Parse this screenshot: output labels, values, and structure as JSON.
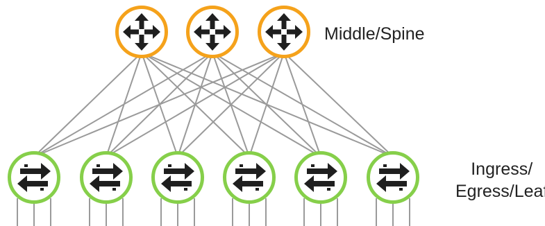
{
  "labels": {
    "spine": "Middle/Spine",
    "leaf_line1": "Ingress/",
    "leaf_line2": "Egress/Leaf"
  },
  "nodes": {
    "spine": [
      {
        "id": "spine-1",
        "icon": "router-arrows-icon"
      },
      {
        "id": "spine-2",
        "icon": "router-arrows-icon"
      },
      {
        "id": "spine-3",
        "icon": "router-arrows-icon"
      }
    ],
    "leaf": [
      {
        "id": "leaf-1",
        "icon": "switch-arrows-icon"
      },
      {
        "id": "leaf-2",
        "icon": "switch-arrows-icon"
      },
      {
        "id": "leaf-3",
        "icon": "switch-arrows-icon"
      },
      {
        "id": "leaf-4",
        "icon": "switch-arrows-icon"
      },
      {
        "id": "leaf-5",
        "icon": "switch-arrows-icon"
      },
      {
        "id": "leaf-6",
        "icon": "switch-arrows-icon"
      }
    ]
  },
  "topology": "full-mesh",
  "downlinks_per_leaf": 3,
  "colors": {
    "spine_ring": "#f5a21b",
    "leaf_ring": "#86cf4a",
    "icon": "#1f1f1f",
    "links": "#9a9a9a",
    "text": "#222222"
  }
}
